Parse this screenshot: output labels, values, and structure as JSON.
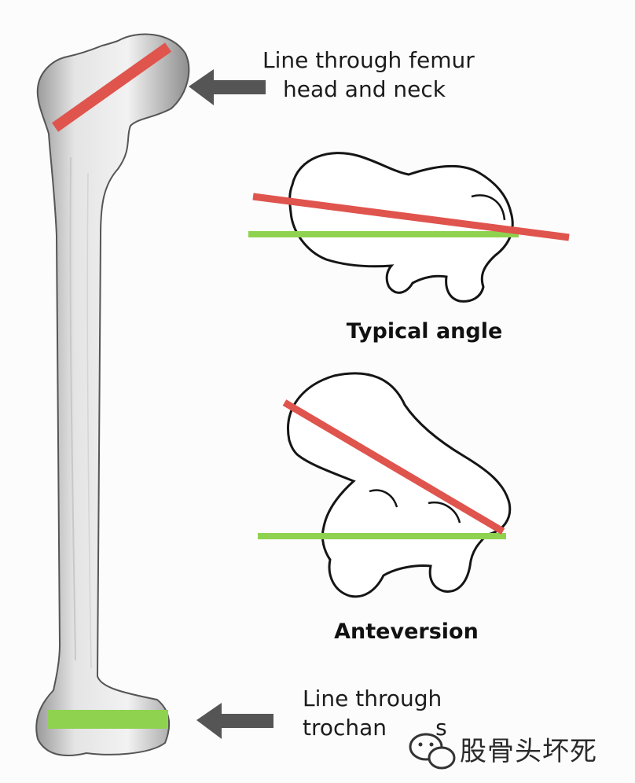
{
  "labels": {
    "head_neck_line_1": "Line through femur",
    "head_neck_line_2": "head and neck",
    "trochanters_line_1": "Line through",
    "trochanters_line_2": "trochan",
    "trochanters_line_2_tail": "s"
  },
  "captions": {
    "typical": "Typical angle",
    "anteversion": "Anteversion"
  },
  "watermark": "股骨头坏死",
  "colors": {
    "femoral_neck_line": "#e0544e",
    "condylar_line": "#8fd24f",
    "bone_outline": "#151515",
    "arrow": "#555555"
  },
  "icons": [
    "arrow-left-icon",
    "wechat-icon"
  ]
}
